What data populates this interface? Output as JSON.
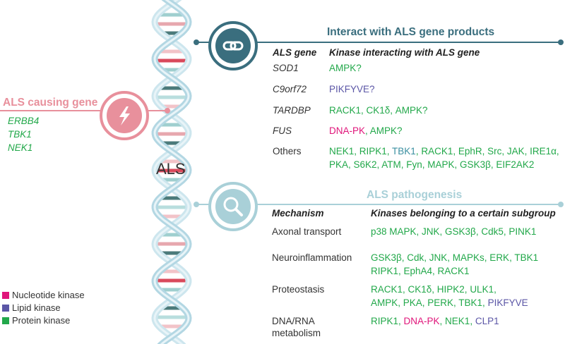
{
  "colors": {
    "nucleotide": "#e0157a",
    "lipid": "#5b56a6",
    "protein": "#22a84a",
    "teal_dark": "#3a6e7e",
    "teal_light": "#a9d0d8",
    "pink": "#e8909c"
  },
  "helix_label": "ALS",
  "causing": {
    "title": "ALS causing gene",
    "genes": [
      "ERBB4",
      "TBK1",
      "NEK1"
    ],
    "icon": "lightning-icon"
  },
  "interact": {
    "title": "Interact with ALS gene products",
    "icon": "link-icon",
    "col1_header": "ALS gene",
    "col2_header": "Kinase interacting with ALS gene",
    "rows": [
      {
        "gene": "SOD1",
        "italic": true,
        "lines": [
          [
            {
              "t": "AMPK?",
              "c": "green"
            }
          ]
        ]
      },
      {
        "gene": "C9orf72",
        "italic": true,
        "lines": [
          [
            {
              "t": "PIKFYVE?",
              "c": "purple"
            }
          ]
        ]
      },
      {
        "gene": "TARDBP",
        "italic": true,
        "lines": [
          [
            {
              "t": "RACK1, CK1δ, AMPK?",
              "c": "green"
            }
          ]
        ]
      },
      {
        "gene": "FUS",
        "italic": true,
        "lines": [
          [
            {
              "t": "DNA-PK",
              "c": "pink"
            },
            {
              "t": ", AMPK?",
              "c": "green"
            }
          ]
        ]
      },
      {
        "gene": "Others",
        "italic": false,
        "lines": [
          [
            {
              "t": "NEK1, RIPK1, ",
              "c": "green"
            },
            {
              "t": "TBK1",
              "c": "teal"
            },
            {
              "t": ", RACK1, EphR, Src, JAK, IRE1α,",
              "c": "green"
            }
          ],
          [
            {
              "t": "PKA, S6K2, ATM, Fyn, MAPK, GSK3β, EIF2AK2",
              "c": "green"
            }
          ]
        ]
      }
    ]
  },
  "pathogenesis": {
    "title": "ALS pathogenesis",
    "icon": "magnifier-icon",
    "col1_header": "Mechanism",
    "col2_header": "Kinases belonging to a certain subgroup",
    "rows": [
      {
        "mechanism": [
          "Axonal transport"
        ],
        "lines": [
          [
            {
              "t": "p38 MAPK, JNK, GSK3β, Cdk5, PINK1",
              "c": "green"
            }
          ]
        ]
      },
      {
        "mechanism": [
          "Neuroinflammation"
        ],
        "lines": [
          [
            {
              "t": "GSK3β, Cdk, JNK, MAPKs, ERK, TBK1",
              "c": "green"
            }
          ],
          [
            {
              "t": "RIPK1, EphA4, RACK1",
              "c": "green"
            }
          ]
        ]
      },
      {
        "mechanism": [
          "Proteostasis"
        ],
        "lines": [
          [
            {
              "t": "RACK1, CK1δ, HIPK2, ULK1,",
              "c": "green"
            }
          ],
          [
            {
              "t": "AMPK, PKA, PERK, TBK1, ",
              "c": "green"
            },
            {
              "t": "PIKFYVE",
              "c": "purple"
            }
          ]
        ]
      },
      {
        "mechanism": [
          "DNA/RNA",
          "metabolism"
        ],
        "lines": [
          [
            {
              "t": "RIPK1, ",
              "c": "green"
            },
            {
              "t": "DNA-PK",
              "c": "pink"
            },
            {
              "t": ", NEK1, ",
              "c": "green"
            },
            {
              "t": "CLP1",
              "c": "purple"
            }
          ]
        ]
      }
    ]
  },
  "legend": [
    {
      "label": "Nucleotide kinase",
      "color": "#e0157a"
    },
    {
      "label": "Lipid kinase",
      "color": "#5b56a6"
    },
    {
      "label": "Protein kinase",
      "color": "#22a84a"
    }
  ]
}
